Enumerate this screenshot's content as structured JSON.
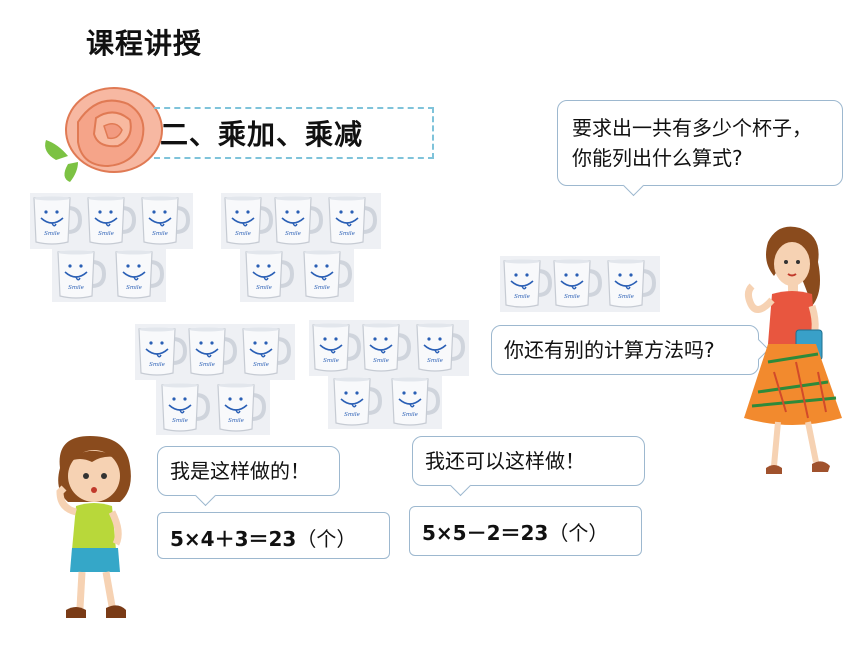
{
  "title": "课程讲授",
  "section_heading": "二、乘加、乘减",
  "mug_label": "Smile",
  "teacher_bubble_top": "要求出一共有多少个杯子，你能列出什么算式?",
  "teacher_bubble_mid": "你还有别的计算方法吗?",
  "girl_bubble_left": "我是这样做的！",
  "girl_bubble_right": "我还可以这样做！",
  "equation_left": {
    "expr": "5×4＋3＝23",
    "unit": "（个）"
  },
  "equation_right": {
    "expr": "5×5－2＝23",
    "unit": "（个）"
  },
  "colors": {
    "banner_border": "#7fc3da",
    "bubble_border": "#9db8cf",
    "mug_face": "#2a5fb5"
  }
}
